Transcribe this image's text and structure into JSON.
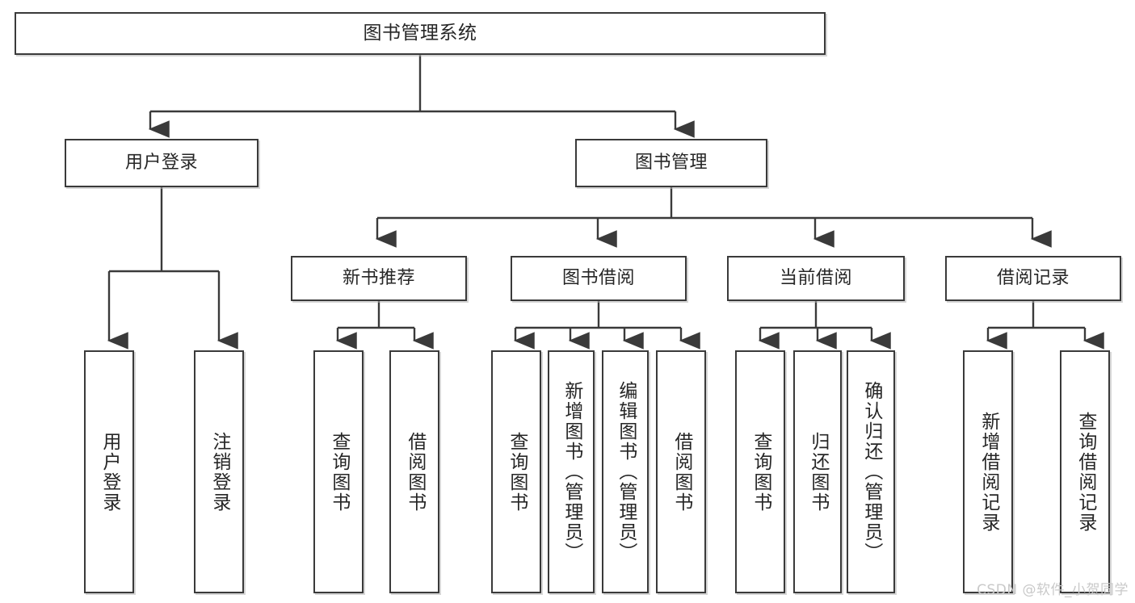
{
  "diagram": {
    "title": "图书管理系统",
    "type": "tree",
    "watermark": "CSDN @软件_小贺同学",
    "colors": {
      "border": "#3a3a3a",
      "text": "#262626",
      "background": "#ffffff",
      "watermark": "#c9c9c9"
    },
    "nodes": {
      "root": {
        "label": "图书管理系统"
      },
      "level2": [
        {
          "label": "用户登录"
        },
        {
          "label": "图书管理"
        }
      ],
      "level3": [
        {
          "label": "新书推荐"
        },
        {
          "label": "图书借阅"
        },
        {
          "label": "当前借阅"
        },
        {
          "label": "借阅记录"
        }
      ],
      "leaves_user_login": [
        {
          "label": "用户登录"
        },
        {
          "label": "注销登录"
        }
      ],
      "leaves_new_book": [
        {
          "label": "查询图书"
        },
        {
          "label": "借阅图书"
        }
      ],
      "leaves_borrow": [
        {
          "label": "查询图书"
        },
        {
          "label": "新增图书（管理员）"
        },
        {
          "label": "编辑图书（管理员）"
        },
        {
          "label": "借阅图书"
        }
      ],
      "leaves_current": [
        {
          "label": "查询图书"
        },
        {
          "label": "归还图书"
        },
        {
          "label": "确认归还（管理员）"
        }
      ],
      "leaves_records": [
        {
          "label": "新增借阅记录"
        },
        {
          "label": "查询借阅记录"
        }
      ]
    }
  }
}
